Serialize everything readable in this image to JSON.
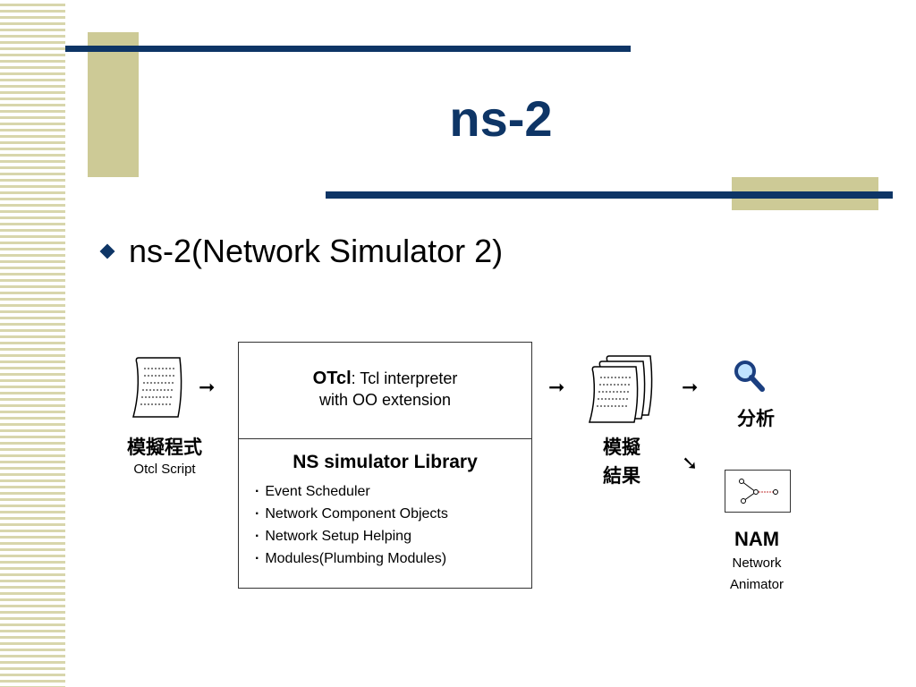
{
  "slide": {
    "title": "ns-2",
    "bullet": "ns-2(Network Simulator 2)"
  },
  "diagram": {
    "script": {
      "label_cn": "模擬程式",
      "label_en": "Otcl Script"
    },
    "otcl": {
      "bold": "OTcl",
      "rest_line1": ": Tcl interpreter",
      "line2": "with OO extension"
    },
    "library": {
      "title": "NS simulator Library",
      "items": [
        "Event Scheduler",
        "Network Component Objects",
        "Network Setup Helping",
        "Modules(Plumbing Modules)"
      ]
    },
    "result": {
      "line1": "模擬",
      "line2": "結果"
    },
    "analysis": {
      "label": "分析",
      "icon": "magnifier-icon"
    },
    "nam": {
      "title": "NAM",
      "line1": "Network",
      "line2": "Animator",
      "icon": "network-graph-icon"
    }
  },
  "colors": {
    "navy": "#0e3566",
    "tan": "#cdca96",
    "stripe": "#d8d6ac"
  }
}
